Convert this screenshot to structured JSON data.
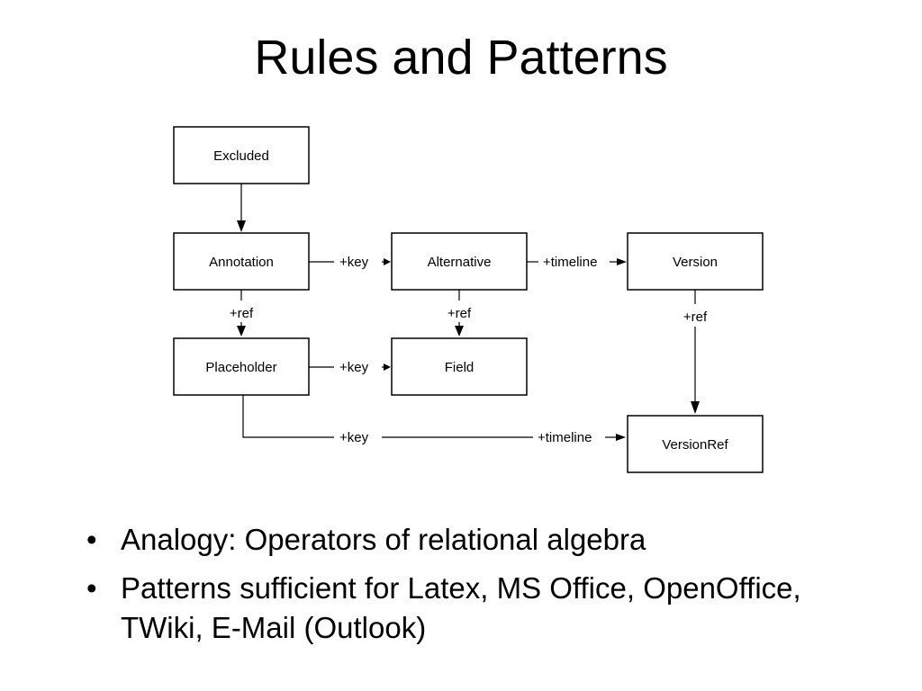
{
  "title": "Rules and Patterns",
  "diagram": {
    "nodes": {
      "excluded": "Excluded",
      "annotation": "Annotation",
      "alternative": "Alternative",
      "version": "Version",
      "placeholder": "Placeholder",
      "field": "Field",
      "versionref": "VersionRef"
    },
    "edges": {
      "annotation_alternative": "+key",
      "alternative_version": "+timeline",
      "annotation_placeholder": "+ref",
      "alternative_field": "+ref",
      "version_versionref": "+ref",
      "placeholder_field": "+key",
      "placeholder_versionref_key": "+key",
      "placeholder_versionref_timeline": "+timeline"
    }
  },
  "bullets": [
    "Analogy: Operators of relational algebra",
    "Patterns sufficient for Latex, MS Office, OpenOffice, TWiki, E-Mail (Outlook)"
  ],
  "bullet_symbol": "•"
}
